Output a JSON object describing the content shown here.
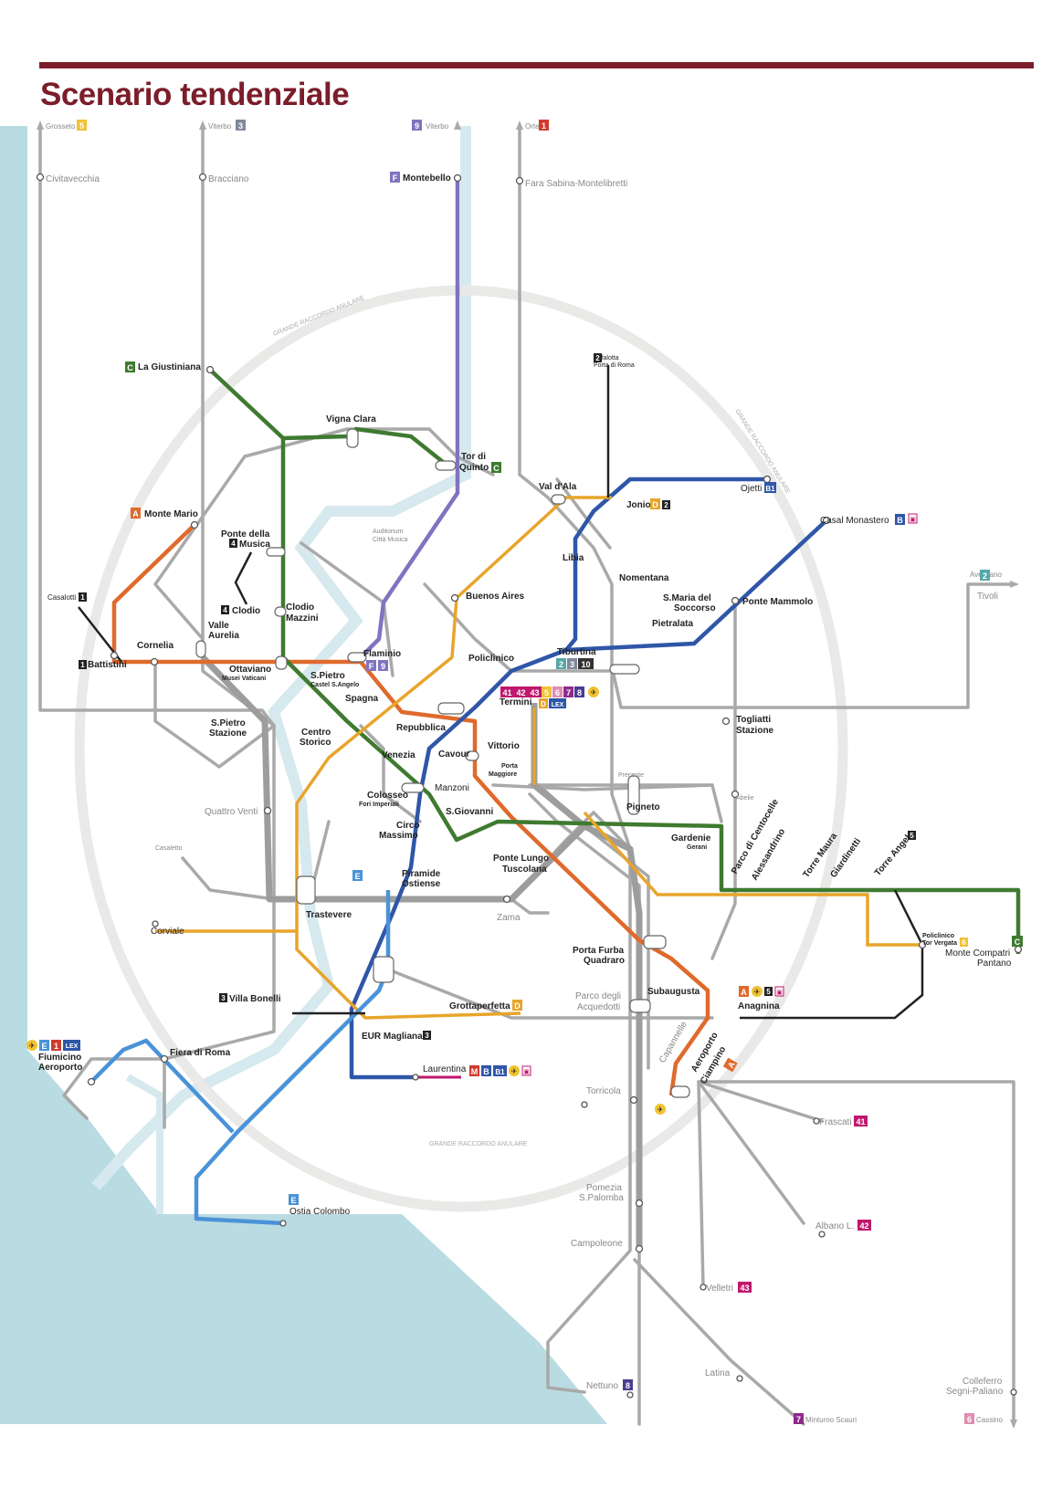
{
  "title": "Scenario tendenziale",
  "colors": {
    "accent": "#7b1d2a",
    "sea": "#b9dbe2",
    "gray": "#a9a9a9",
    "orange": "#df6a2c",
    "green": "#3f7a30",
    "blue": "#2f56a8",
    "yellow": "#e8a52b",
    "purple": "#8173c0",
    "lightblue": "#4a93d8",
    "magenta": "#c0176e",
    "black": "#222222"
  },
  "ring_label": "GRANDE RACCORDO ANULARE",
  "badges": {
    "A": "A",
    "B": "B",
    "B1": "B1",
    "C": "C",
    "D": "D",
    "E": "E",
    "F": "F",
    "M": "M",
    "FL1": "1",
    "FL2": "2",
    "FL3": "3",
    "FL4": "4",
    "FL5": "5",
    "FL6": "6",
    "FL7": "7",
    "FL8": "8",
    "FL9": "9",
    "FL10": "10",
    "L41": "41",
    "L42": "42",
    "L43": "43",
    "LEX": "LEX"
  },
  "stations": {
    "grosseto": "Grosseto",
    "civitavecchia": "Civitavecchia",
    "viterbo3": "Viterbo",
    "bracciano": "Bracciano",
    "viterbo9": "Viterbo",
    "montebello": "Montebello",
    "orte": "Orte",
    "fara_sabina": "Fara Sabina-Montelibretti",
    "la_giustiniana": "La Giustiniana",
    "bufalotta": "Bufalotta",
    "porta_di_roma": "Porta di Roma",
    "vigna_clara": "Vigna Clara",
    "tor_di": "Tor di",
    "quinto": "Quinto",
    "val_dala": "Val d'Ala",
    "ojetti": "Ojetti",
    "jonio": "Jonio",
    "casal_monastero": "Casal Monastero",
    "monte_mario": "Monte Mario",
    "ponte_della": "Ponte della",
    "musica": "Musica",
    "auditorium": "Auditorium",
    "citta_musica": "Città Musica",
    "libia": "Libia",
    "nomentana": "Nomentana",
    "avezzano": "Avezzano",
    "tivoli": "Tivoli",
    "casalotti": "Casalotti",
    "clodio": "Clodio",
    "clodio_mazzini_1": "Clodio",
    "clodio_mazzini_2": "Mazzini",
    "buenos_aires": "Buenos Aires",
    "smaria_1": "S.Maria del",
    "smaria_2": "Soccorso",
    "ponte_mammolo": "Ponte Mammolo",
    "pietralata": "Pietralata",
    "cornelia": "Cornelia",
    "valle": "Valle",
    "aurelia": "Aurelia",
    "battistini": "Battistini",
    "flaminio": "Flaminio",
    "ottaviano": "Ottaviano",
    "musei_vaticani": "Musei Vaticani",
    "policlinico": "Policlinico",
    "tiburtina": "Tiburtina",
    "spietro_1": "S.Pietro",
    "castel_sangelo": "Castel S.Angelo",
    "spagna": "Spagna",
    "termini": "Termini",
    "spietro_stazione_1": "S.Pietro",
    "spietro_stazione_2": "Stazione",
    "repubblica": "Repubblica",
    "togliatti": "Togliatti",
    "togliatti_stazione": "Stazione",
    "centro": "Centro",
    "storico": "Storico",
    "vittorio": "Vittorio",
    "cavour": "Cavour",
    "venezia": "Venezia",
    "porta": "Porta",
    "maggiore": "Maggiore",
    "preneste": "Preneste",
    "abelie": "Abelie",
    "manzoni": "Manzoni",
    "colosseo": "Colosseo",
    "fori_imperiali": "Fori Imperiali",
    "quattro_venti": "Quattro Venti",
    "sgiovanni": "S.Giovanni",
    "pigneto": "Pigneto",
    "circo": "Circo",
    "massimo": "Massimo",
    "gardenie": "Gardenie",
    "gerani": "Gerani",
    "parco_centocelle": "Parco di Centocelle",
    "alessandrino": "Alessandrino",
    "torre_maura": "Torre Maura",
    "giardinetti": "Giardinetti",
    "torre_angela": "Torre Angela",
    "casaletto": "Casaletto",
    "ponte_lungo": "Ponte Lungo",
    "tuscolana": "Tuscolana",
    "piramide": "Piramide",
    "ostiense": "Ostiense",
    "trastevere": "Trastevere",
    "zama": "Zama",
    "corviale": "Corviale",
    "policlinico_tv_1": "Policlinico",
    "policlinico_tv_2": "Tor Vergata",
    "monte_compatri": "Monte Compatri",
    "pantano": "Pantano",
    "porta_furba": "Porta Furba",
    "quadraro": "Quadraro",
    "villa_bonelli": "Villa Bonelli",
    "grottaperfetta": "Grottaperfetta",
    "parco_degli": "Parco degli",
    "acquedotti": "Acquedotti",
    "subaugusta": "Subaugusta",
    "anagnina": "Anagnina",
    "fiumicino": "Fiumicino",
    "aeroporto": "Aeroporto",
    "fiera_roma": "Fiera di Roma",
    "eur_magliana": "EUR Magliana",
    "capannelle": "Capannelle",
    "aeroporto_c": "Aeroporto",
    "ciampino": "Ciampino",
    "laurentina": "Laurentina",
    "torricola": "Torricola",
    "frascati": "Frascati",
    "pomezia": "Pomezia",
    "spalomba": "S.Palomba",
    "albano": "Albano L.",
    "campoleone": "Campoleone",
    "ostia_colombo": "Ostia Colombo",
    "velletri": "Velletri",
    "nettuno": "Nettuno",
    "latina": "Latina",
    "colleferro": "Colleferro",
    "segni_paliano": "Segni-Paliano",
    "minturno": "Minturno Scauri",
    "cassino": "Cassino"
  }
}
